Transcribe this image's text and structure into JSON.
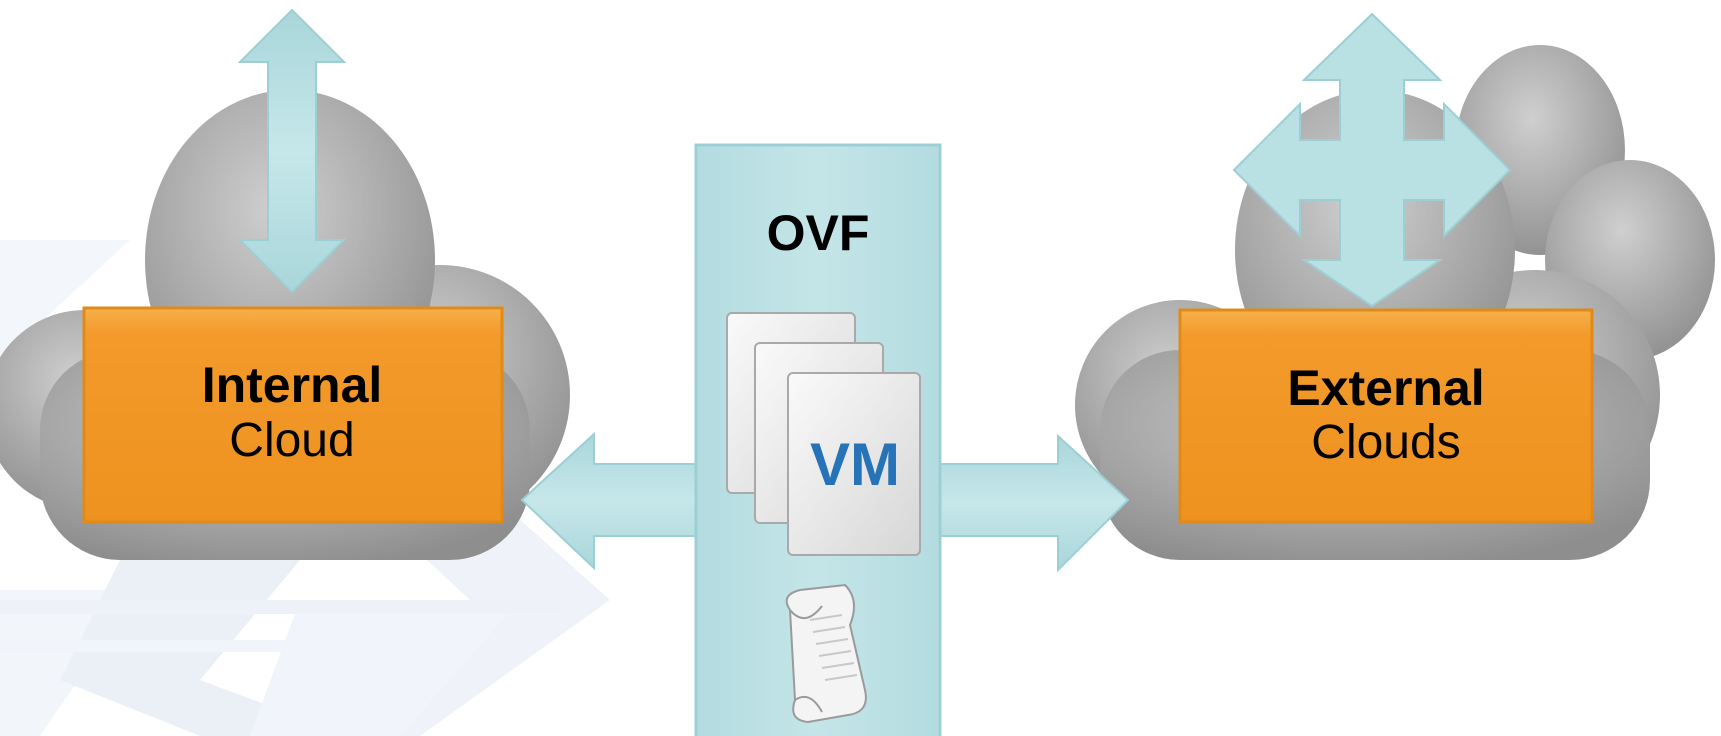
{
  "internal": {
    "title": "Internal",
    "subtitle": "Cloud"
  },
  "external": {
    "title": "External",
    "subtitle": "Clouds"
  },
  "ovf": {
    "title": "OVF",
    "vm_label": "VM"
  },
  "colors": {
    "box_orange": "#F39A2B",
    "arrow_teal": "#B9E0E3",
    "ovf_panel": "#BFE2E6",
    "cloud_gray": "#A9A9A9",
    "vm_blue": "#2673B8",
    "watermark": "#E6EDF6"
  },
  "icons": {
    "vertical_arrow": "double-headed-vertical-arrow",
    "four_way_arrow": "four-way-arrow",
    "left_arrow": "left-arrow",
    "right_arrow": "right-arrow",
    "vm_files": "vm-file-stack",
    "descriptor": "scroll-document"
  }
}
